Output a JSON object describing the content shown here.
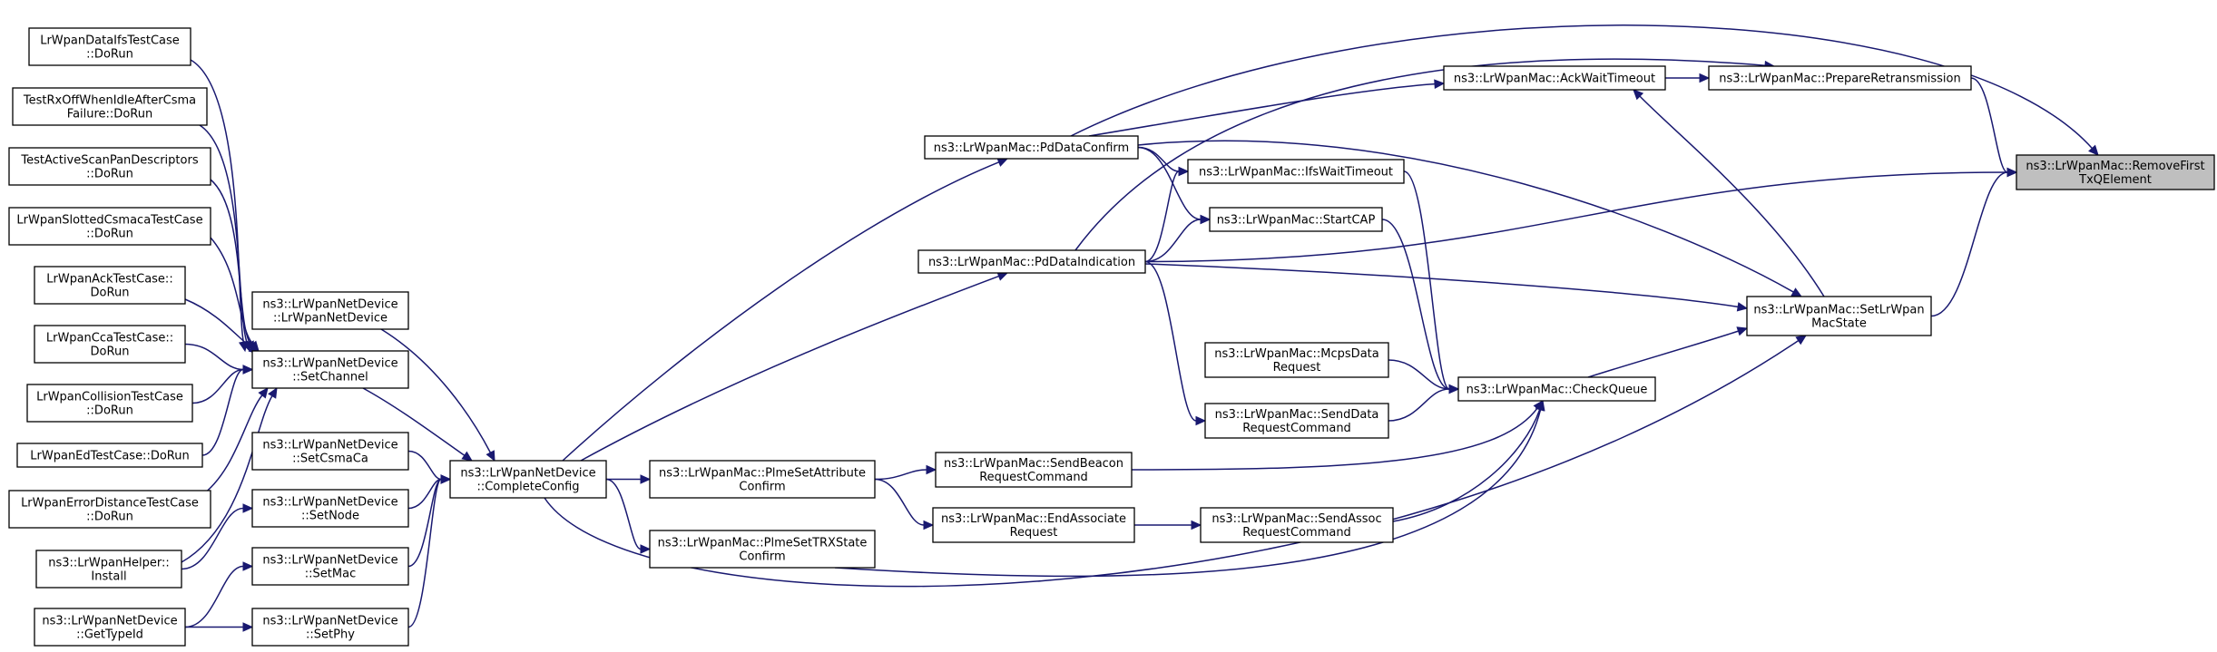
{
  "nodes": [
    {
      "id": "removefirst",
      "lines": [
        "ns3::LrWpanMac::RemoveFirst",
        "TxQElement"
      ],
      "highlight": true
    },
    {
      "id": "preparere",
      "lines": [
        "ns3::LrWpanMac::PrepareRetransmission"
      ]
    },
    {
      "id": "ackwait",
      "lines": [
        "ns3::LrWpanMac::AckWaitTimeout"
      ]
    },
    {
      "id": "pddataconfirm",
      "lines": [
        "ns3::LrWpanMac::PdDataConfirm"
      ]
    },
    {
      "id": "pddataindication",
      "lines": [
        "ns3::LrWpanMac::PdDataIndication"
      ]
    },
    {
      "id": "ifswait",
      "lines": [
        "ns3::LrWpanMac::IfsWaitTimeout"
      ]
    },
    {
      "id": "startcap",
      "lines": [
        "ns3::LrWpanMac::StartCAP"
      ]
    },
    {
      "id": "setstate",
      "lines": [
        "ns3::LrWpanMac::SetLrWpan",
        "MacState"
      ]
    },
    {
      "id": "checkqueue",
      "lines": [
        "ns3::LrWpanMac::CheckQueue"
      ]
    },
    {
      "id": "mcpsdata",
      "lines": [
        "ns3::LrWpanMac::McpsData",
        "Request"
      ]
    },
    {
      "id": "senddatareq",
      "lines": [
        "ns3::LrWpanMac::SendData",
        "RequestCommand"
      ]
    },
    {
      "id": "sendbeacon",
      "lines": [
        "ns3::LrWpanMac::SendBeacon",
        "RequestCommand"
      ]
    },
    {
      "id": "endassoc",
      "lines": [
        "ns3::LrWpanMac::EndAssociate",
        "Request"
      ]
    },
    {
      "id": "sendassoc",
      "lines": [
        "ns3::LrWpanMac::SendAssoc",
        "RequestCommand"
      ]
    },
    {
      "id": "plmesetattr",
      "lines": [
        "ns3::LrWpanMac::PlmeSetAttribute",
        "Confirm"
      ]
    },
    {
      "id": "plmesettrx",
      "lines": [
        "ns3::LrWpanMac::PlmeSetTRXState",
        "Confirm"
      ]
    },
    {
      "id": "completeconfig",
      "lines": [
        "ns3::LrWpanNetDevice",
        "::CompleteConfig"
      ]
    },
    {
      "id": "lrwpannetdevice",
      "lines": [
        "ns3::LrWpanNetDevice",
        "::LrWpanNetDevice"
      ]
    },
    {
      "id": "setchannel",
      "lines": [
        "ns3::LrWpanNetDevice",
        "::SetChannel"
      ]
    },
    {
      "id": "setcsmaca",
      "lines": [
        "ns3::LrWpanNetDevice",
        "::SetCsmaCa"
      ]
    },
    {
      "id": "setnode",
      "lines": [
        "ns3::LrWpanNetDevice",
        "::SetNode"
      ]
    },
    {
      "id": "setmac",
      "lines": [
        "ns3::LrWpanNetDevice",
        "::SetMac"
      ]
    },
    {
      "id": "setphy",
      "lines": [
        "ns3::LrWpanNetDevice",
        "::SetPhy"
      ]
    },
    {
      "id": "dataifs",
      "lines": [
        "LrWpanDataIfsTestCase",
        "::DoRun"
      ]
    },
    {
      "id": "rxoff",
      "lines": [
        "TestRxOffWhenIdleAfterCsma",
        "Failure::DoRun"
      ]
    },
    {
      "id": "activescan",
      "lines": [
        "TestActiveScanPanDescriptors",
        "::DoRun"
      ]
    },
    {
      "id": "slotted",
      "lines": [
        "LrWpanSlottedCsmacaTestCase",
        "::DoRun"
      ]
    },
    {
      "id": "acktest",
      "lines": [
        "LrWpanAckTestCase::",
        "DoRun"
      ]
    },
    {
      "id": "ccatest",
      "lines": [
        "LrWpanCcaTestCase::",
        "DoRun"
      ]
    },
    {
      "id": "collision",
      "lines": [
        "LrWpanCollisionTestCase",
        "::DoRun"
      ]
    },
    {
      "id": "edtest",
      "lines": [
        "LrWpanEdTestCase::DoRun"
      ]
    },
    {
      "id": "errordist",
      "lines": [
        "LrWpanErrorDistanceTestCase",
        "::DoRun"
      ]
    },
    {
      "id": "helperinstall",
      "lines": [
        "ns3::LrWpanHelper::",
        "Install"
      ]
    },
    {
      "id": "gettypeid",
      "lines": [
        "ns3::LrWpanNetDevice",
        "::GetTypeId"
      ]
    }
  ],
  "edges": [
    {
      "from": "preparere",
      "to": "removefirst"
    },
    {
      "from": "pddataconfirm",
      "to": "removefirst"
    },
    {
      "from": "pddataindication",
      "to": "removefirst"
    },
    {
      "from": "setstate",
      "to": "removefirst"
    },
    {
      "from": "ackwait",
      "to": "preparere"
    },
    {
      "from": "pddataindication",
      "to": "preparere"
    },
    {
      "from": "pddataconfirm",
      "to": "ackwait"
    },
    {
      "from": "setstate",
      "to": "ackwait"
    },
    {
      "from": "completeconfig",
      "to": "pddataconfirm"
    },
    {
      "from": "completeconfig",
      "to": "pddataindication"
    },
    {
      "from": "pddataconfirm",
      "to": "ifswait"
    },
    {
      "from": "pddataindication",
      "to": "ifswait"
    },
    {
      "from": "pddataconfirm",
      "to": "startcap"
    },
    {
      "from": "pddataindication",
      "to": "startcap"
    },
    {
      "from": "pddataindication",
      "to": "setstate"
    },
    {
      "from": "pddataconfirm",
      "to": "setstate"
    },
    {
      "from": "completeconfig",
      "to": "setstate"
    },
    {
      "from": "checkqueue",
      "to": "setstate"
    },
    {
      "from": "ifswait",
      "to": "checkqueue"
    },
    {
      "from": "startcap",
      "to": "checkqueue"
    },
    {
      "from": "mcpsdata",
      "to": "checkqueue"
    },
    {
      "from": "senddatareq",
      "to": "checkqueue"
    },
    {
      "from": "sendbeacon",
      "to": "checkqueue"
    },
    {
      "from": "sendassoc",
      "to": "checkqueue"
    },
    {
      "from": "plmesettrx",
      "to": "checkqueue"
    },
    {
      "from": "pddataindication",
      "to": "senddatareq"
    },
    {
      "from": "plmesetattr",
      "to": "sendbeacon"
    },
    {
      "from": "plmesetattr",
      "to": "endassoc"
    },
    {
      "from": "endassoc",
      "to": "sendassoc"
    },
    {
      "from": "completeconfig",
      "to": "plmesetattr"
    },
    {
      "from": "completeconfig",
      "to": "plmesettrx"
    },
    {
      "from": "lrwpannetdevice",
      "to": "completeconfig"
    },
    {
      "from": "setchannel",
      "to": "completeconfig"
    },
    {
      "from": "setcsmaca",
      "to": "completeconfig"
    },
    {
      "from": "setnode",
      "to": "completeconfig"
    },
    {
      "from": "setmac",
      "to": "completeconfig"
    },
    {
      "from": "setphy",
      "to": "completeconfig"
    },
    {
      "from": "dataifs",
      "to": "setchannel"
    },
    {
      "from": "rxoff",
      "to": "setchannel"
    },
    {
      "from": "activescan",
      "to": "setchannel"
    },
    {
      "from": "slotted",
      "to": "setchannel"
    },
    {
      "from": "acktest",
      "to": "setchannel"
    },
    {
      "from": "ccatest",
      "to": "setchannel"
    },
    {
      "from": "collision",
      "to": "setchannel"
    },
    {
      "from": "edtest",
      "to": "setchannel"
    },
    {
      "from": "errordist",
      "to": "setchannel"
    },
    {
      "from": "helperinstall",
      "to": "setchannel"
    },
    {
      "from": "helperinstall",
      "to": "setnode"
    },
    {
      "from": "gettypeid",
      "to": "setmac"
    },
    {
      "from": "gettypeid",
      "to": "setphy"
    }
  ]
}
